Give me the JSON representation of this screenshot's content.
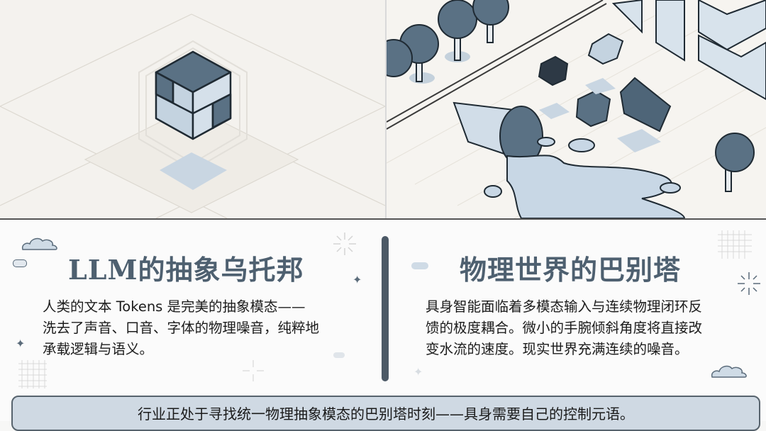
{
  "left_panel": {
    "title": "LLM的抽象乌托邦",
    "body": [
      "人类的文本 Tokens 是完美的抽象模态——",
      "洗去了声音、口音、字体的物理噪音，纯粹地",
      "承载逻辑与语义。"
    ],
    "illustration": "isometric-cube-on-platform"
  },
  "right_panel": {
    "title": "物理世界的巴别塔",
    "body": [
      "具身智能面临着多模态输入与连续物理闭环反",
      "馈的极度耦合。微小的手腕倾斜角度将直接改",
      "变水流的速度。现实世界充满连续的噪音。"
    ],
    "illustration": "isometric-spilled-cup-falling-blocks-city"
  },
  "footer": {
    "text": "行业正处于寻找统一物理抽象模态的巴别塔时刻——具身需要自己的控制元语。"
  },
  "colors": {
    "title": "#4e6070",
    "dark_slate": "#5a7184",
    "light_blue": "#cbd9e6",
    "footer_bg": "#cfd9e3",
    "bar": "#4c5966"
  }
}
